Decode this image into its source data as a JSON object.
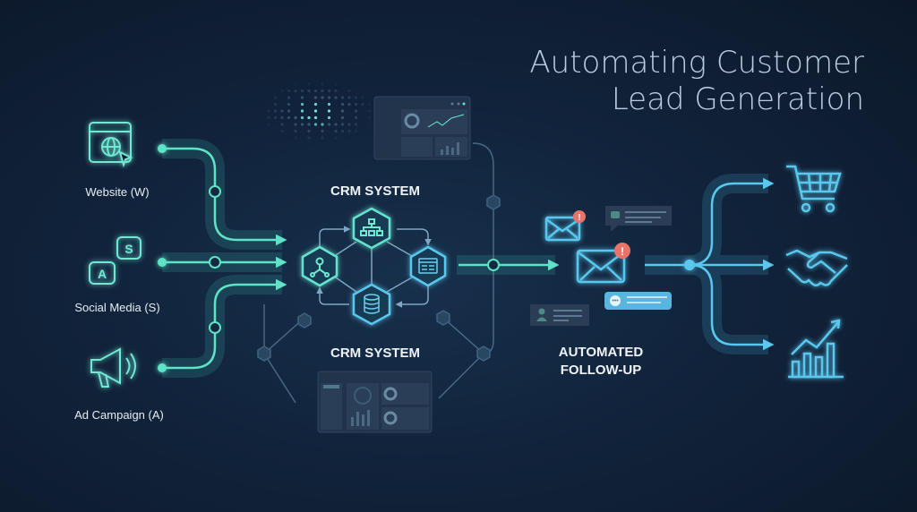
{
  "title": {
    "line1": "Automating Customer",
    "line2": "Lead Generation"
  },
  "sources": [
    {
      "label": "Website (W)",
      "icon": "browser-globe-icon"
    },
    {
      "label": "Social Media (S)",
      "icon": "chat-bubbles-icon"
    },
    {
      "label": "Ad Campaign (A)",
      "icon": "megaphone-icon"
    }
  ],
  "crm": {
    "label_top": "CRM SYSTEM",
    "label_bottom": "CRM SYSTEM"
  },
  "followup": {
    "line1": "AUTOMATED",
    "line2": "FOLLOW-UP"
  },
  "outcomes": [
    {
      "icon": "shopping-cart-icon"
    },
    {
      "icon": "handshake-icon"
    },
    {
      "icon": "growth-chart-icon"
    }
  ],
  "colors": {
    "accent": "#5fe3c6",
    "blue": "#5ac8ee",
    "alert": "#e8736b",
    "background": "#11233b"
  }
}
